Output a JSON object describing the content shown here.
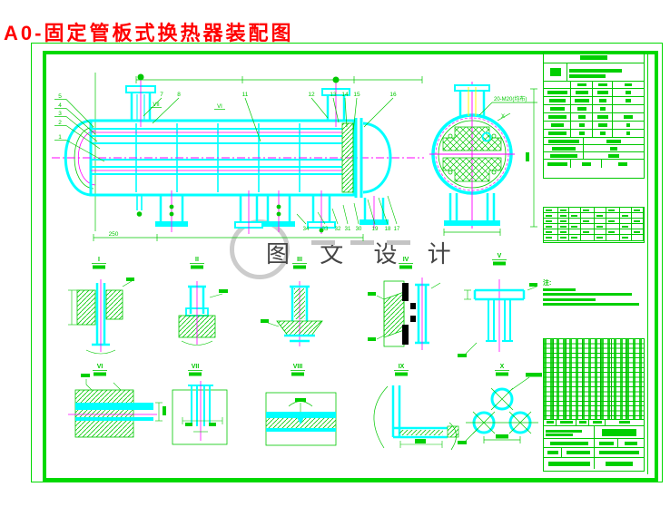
{
  "title": "A0-固定管板式换热器装配图",
  "watermark_text": "图 文 设 计",
  "main_view": {
    "left_callouts": [
      "5",
      "4",
      "3",
      "2",
      "1"
    ],
    "top_callouts": [
      "7",
      "8",
      "11",
      "12",
      "13",
      "14",
      "15",
      "16"
    ],
    "bottom_callouts": [
      "34",
      "33",
      "32",
      "31",
      "30",
      "19",
      "18",
      "17"
    ],
    "detail_markers": [
      "VI",
      "VII"
    ],
    "bottom_dim_label": "250"
  },
  "end_view": {
    "bolt_note": "20-M20(均布)",
    "detail_marker_label": "X"
  },
  "detail_labels": {
    "row1": [
      "I",
      "II",
      "III",
      "IV",
      "V"
    ],
    "row2": [
      "VI",
      "VII",
      "VIII",
      "IX",
      "X"
    ]
  },
  "right_panel": {
    "notes_label": "注:"
  },
  "colors": {
    "cad_green": "#00d900",
    "cad_cyan": "#00ffff",
    "cad_magenta": "#ff00ff",
    "title_red": "#ff0000",
    "cad_yellow": "#ffff00",
    "watermark_gray": "#c4c4c4"
  }
}
